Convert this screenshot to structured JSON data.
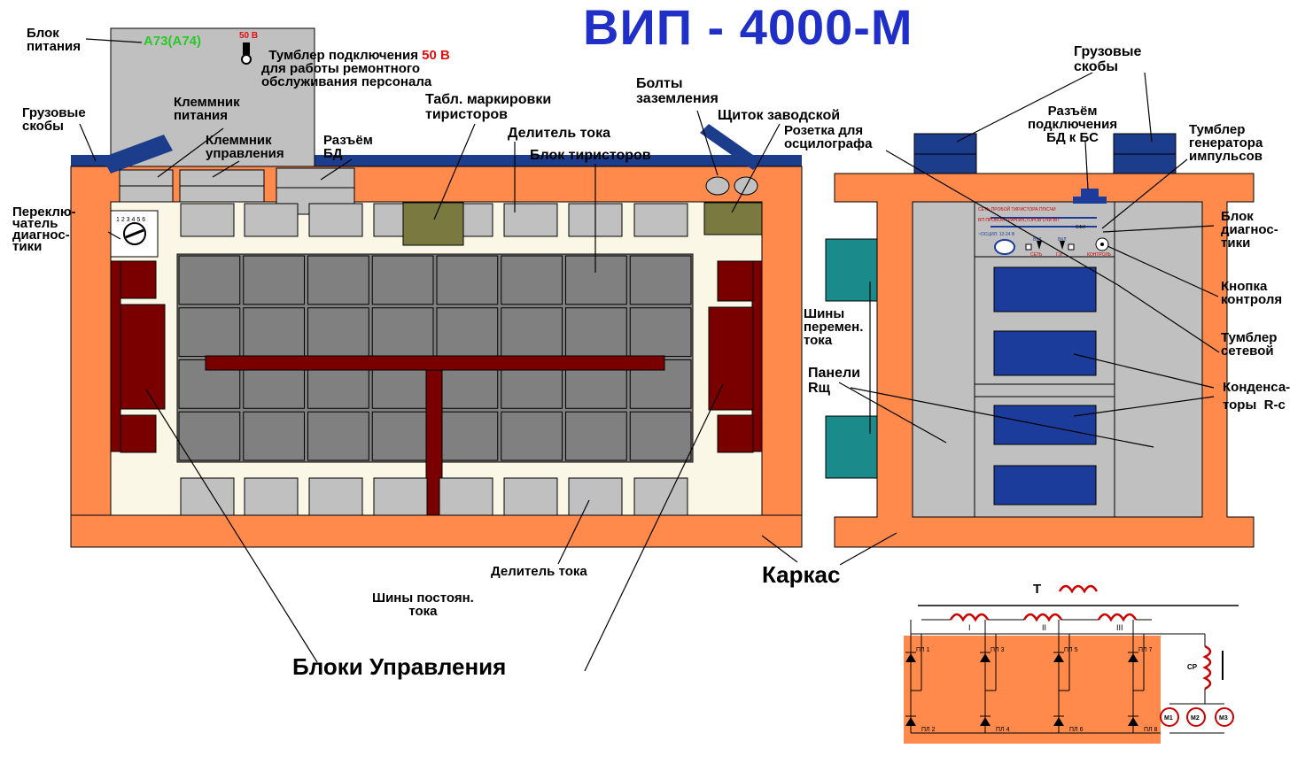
{
  "title": "ВИП - 4000-М",
  "colors": {
    "frame": "#ff8a4c",
    "cover": "#1c3c8c",
    "gray_panel": "#c0c0c0",
    "thyristor": "#808080",
    "bus": "#7a0000",
    "olive": "#7a7a40",
    "teal": "#1a8a8a",
    "cream": "#fbf7e6",
    "blue_block": "#1c3c9c",
    "title_blue": "#1f2fc8",
    "green_text": "#28c828",
    "red_text": "#e01010"
  },
  "labels": {
    "power_block": "Блок\nпитания",
    "power_model": "А73(А74)",
    "voltage_mark": "50 В",
    "toggle_part1": "Тумблер подключения ",
    "toggle_red": "50 В",
    "toggle_part2": "для работы ремонтного\nобслуживания персонала",
    "cargo_left": "Грузовые\nскобы",
    "term_power": "Клеммник\nпитания",
    "term_control": "Клеммник\nуправления",
    "connector_bd": "Разъём\nБД",
    "thyr_marking": "Табл. маркировки\nтиристоров",
    "current_div_top": "Делитель тока",
    "thyr_block": "Блок тиристоров",
    "ground_bolts": "Болты\nзаземления",
    "factory_shield": "Щиток заводской",
    "osc_socket": "Розетка для\nосцилографа",
    "diag_switch": "Переклю-\nчатель\nдиагнос-\nтики",
    "cargo_right": "Грузовые\nскобы",
    "connector_bd_bs": "Разъём\nподключения\nБД к БС",
    "pulse_toggle": "Тумблер\nгенератора\nимпульсов",
    "diag_block": "Блок\nдиагнос-\nтики",
    "control_button": "Кнопка\nконтроля",
    "network_toggle": "Тумблер\nсетевой",
    "capacitors": "Конденса-\nторы  R-c",
    "ac_bus": "Шины\nперемен.\nтока",
    "panels_rsh": "Панели\nRщ",
    "dc_bus": "Шины постоян.\nтока",
    "current_div_bottom": "Делитель тока",
    "frame_label": "Каркас",
    "control_blocks": "Блоки Управления",
    "panel_text_row1": "СЕТЬ  ПРОБОЙ ТИРИСТОРА  ПЛ/СЧИ",
    "panel_text_row2": "ВП  ПРОБОЙ ТРАНЗИСТОРОВ  СЧИ  ВП",
    "panel_text_row3": "~ОСЦИЛ. 12-24 В",
    "panel_vkl1": "ВКЛ",
    "panel_vkl2": "ВКЛ",
    "panel_set": "СЕТЬ",
    "panel_gi": "Г.И",
    "panel_control": "КОНТРОЛЬ",
    "panel_sfi": "СФИ"
  },
  "schematic": {
    "transformer": "Т",
    "phases": [
      "I",
      "II",
      "III"
    ],
    "top_thyristors": [
      "ПЛ 1",
      "ПЛ 3",
      "ПЛ 5",
      "ПЛ 7"
    ],
    "bottom_thyristors": [
      "ПЛ 2",
      "ПЛ 4",
      "ПЛ 6",
      "ПЛ 8"
    ],
    "choke": "СР",
    "motors": [
      "М1",
      "М2",
      "М3"
    ]
  }
}
